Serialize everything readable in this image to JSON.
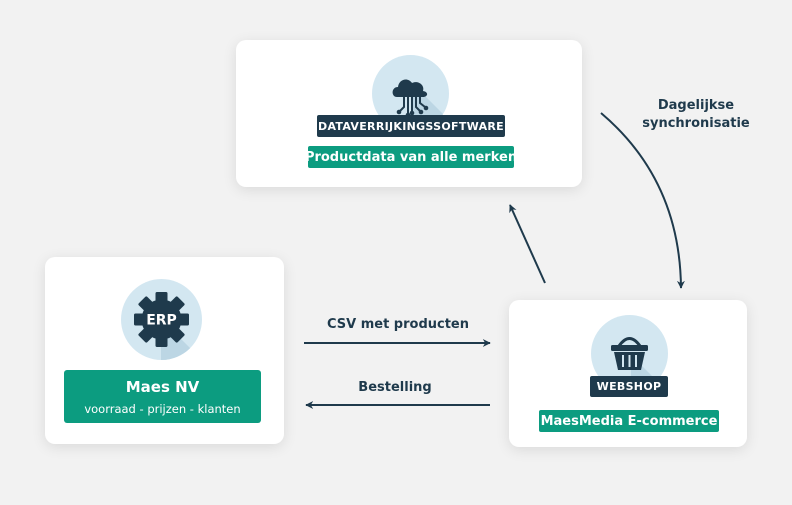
{
  "colors": {
    "background": "#f2f2f2",
    "card": "#ffffff",
    "navy": "#1f3a4c",
    "teal": "#0c9c80",
    "icon_circle": "#d3e7f1"
  },
  "nodes": {
    "data_software": {
      "icon": "cloud-network-icon",
      "tag": "DATAVERRIJKINGSSOFTWARE",
      "subtitle": "Productdata van alle merken"
    },
    "erp": {
      "icon": "gear-icon",
      "icon_text": "ERP",
      "title": "Maes NV",
      "subtitle": "voorraad - prijzen - klanten"
    },
    "webshop": {
      "icon": "shopping-basket-icon",
      "tag": "WEBSHOP",
      "subtitle": "MaesMedia E-commerce"
    }
  },
  "edges": {
    "sync": {
      "line1": "Dagelijkse",
      "line2": "synchronisatie"
    },
    "csv": {
      "label": "CSV met producten"
    },
    "order": {
      "label": "Bestelling"
    }
  }
}
